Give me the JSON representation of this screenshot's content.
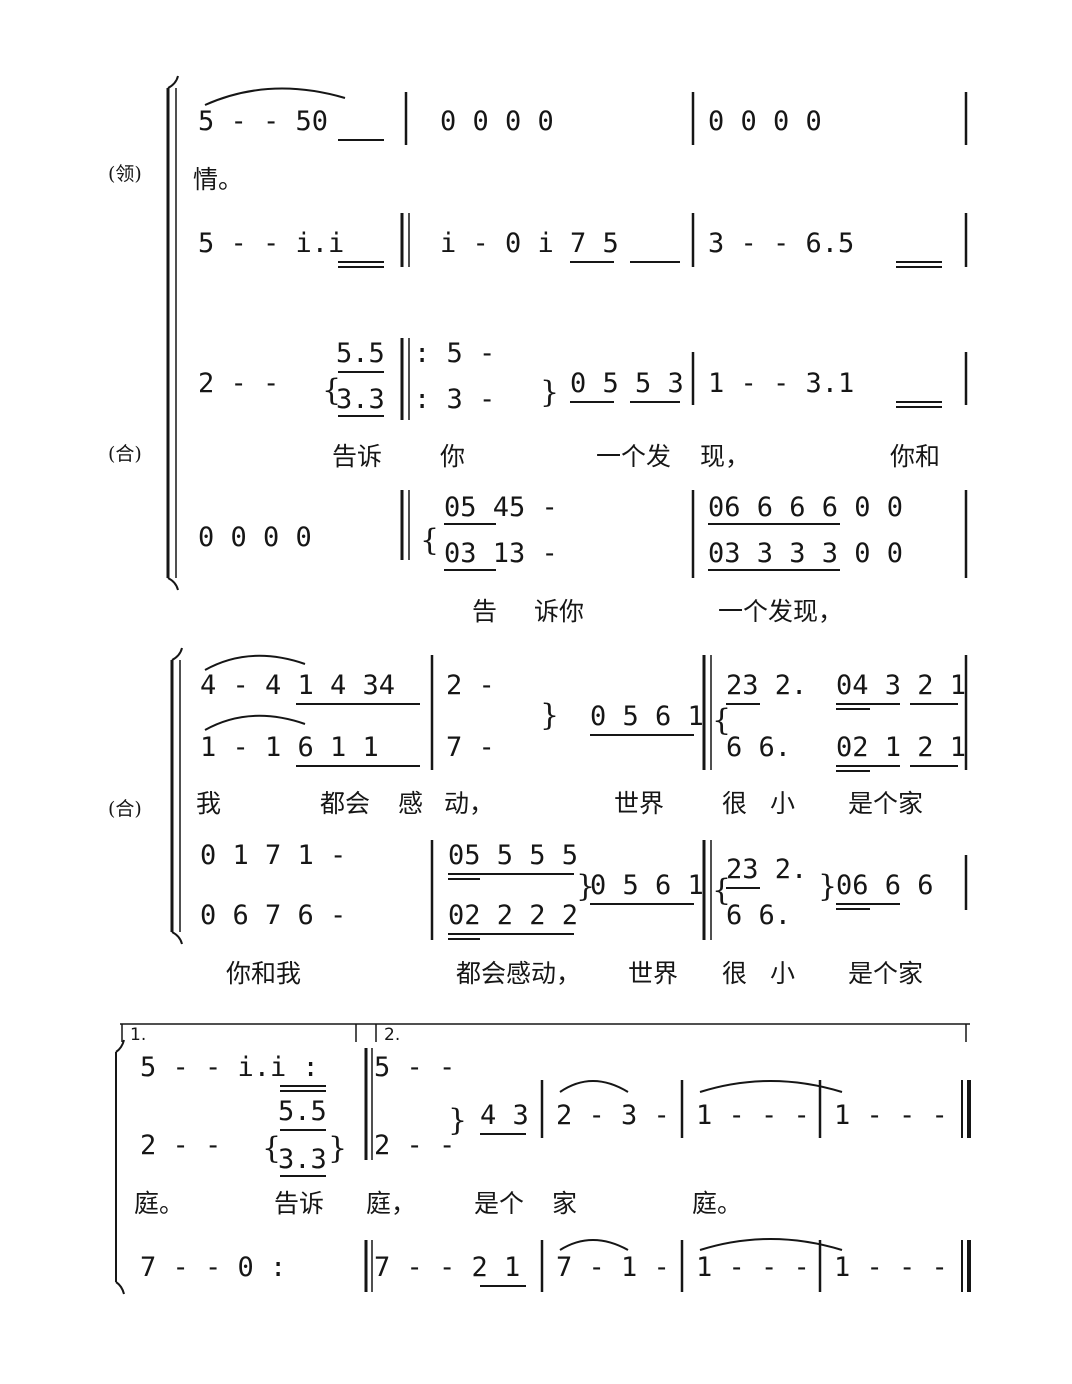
{
  "parts": {
    "lead": "(领)",
    "chorus": "(合)"
  },
  "system1": {
    "lead_notes": [
      "5 - - 50",
      "0 0 0 0",
      "0 0 0 0"
    ],
    "lead_lyric": "情。",
    "chorus_sop_pre": "5 - - i.i",
    "chorus_sop": [
      "i - 0 i 7 5",
      "3 - - 6.5"
    ],
    "chorus_alto_pre": "2 - -",
    "chorus_alto_div_top": "5.5",
    "chorus_alto_div_bottom": "3.3",
    "chorus_alto_rep_top": ": 5 -",
    "chorus_alto_rep_bottom": ": 3 -",
    "chorus_alto": [
      "0 5 5 3",
      "1 - - 3.1"
    ],
    "lyrics_upper": [
      "告诉",
      "你",
      "一个发",
      "现，",
      "你和"
    ],
    "bass_pre": "0 0 0 0",
    "bass_top": [
      "05 45 -",
      "06 6 6 6 0 0"
    ],
    "bass_bottom": [
      "03 13 -",
      "03 3 3 3 0 0"
    ],
    "lyrics_lower": [
      "告",
      "诉你",
      "一个发现，"
    ]
  },
  "system2": {
    "sop": [
      "4 - 4 1 4 34",
      "2 -",
      "0 5 6 1",
      "23 2.",
      "04 3 2 1"
    ],
    "alto": [
      "1 - 1 6 1 1",
      "7 -",
      "6 6.",
      "02 1 2 1"
    ],
    "lyrics_upper": [
      "我",
      "都会",
      "感",
      "动，",
      "世界",
      "很",
      "小",
      "是个家"
    ],
    "bass_top": [
      "0 1 7 1 -",
      "05 5 5 5",
      "0 5 6 1",
      "23 2.",
      "06 6 6"
    ],
    "bass_bottom": [
      "0 6 7 6 -",
      "02 2 2 2",
      "6 6."
    ],
    "lyrics_lower": [
      "你和我",
      "都会感动，",
      "世界",
      "很",
      "小",
      "是个家"
    ]
  },
  "system3": {
    "volta1": "1.",
    "volta2": "2.",
    "upper_a": "5 - - i.i :",
    "upper_b": "5 - -",
    "lower_a": "2 - -",
    "lower_div_top": "5.5",
    "lower_div_bottom": "3.3",
    "lower_b": "2 - -",
    "shared": [
      "4 3",
      "2 - 3 -",
      "1 - - -",
      "1 - - -"
    ],
    "lyrics": [
      "庭。",
      "告诉",
      "庭，",
      "是个",
      "家",
      "庭。"
    ],
    "bass": [
      "7 - - 0 :",
      "7 - - 2 1",
      "7 - 1 -",
      "1 - - -",
      "1 - - -"
    ]
  }
}
